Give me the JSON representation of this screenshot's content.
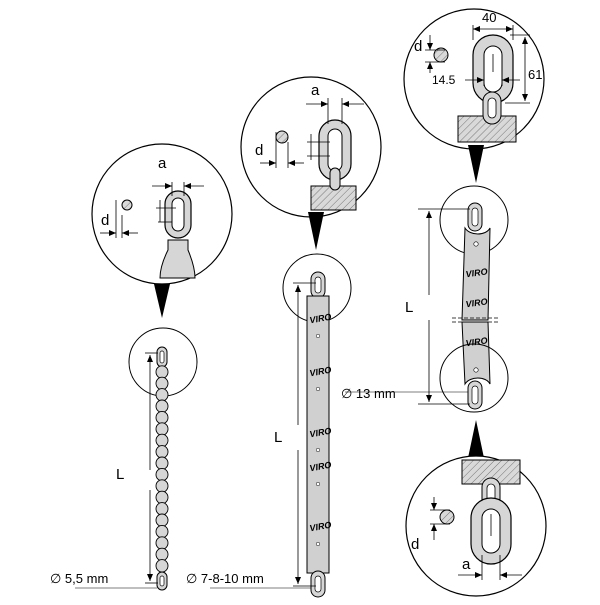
{
  "labels": {
    "a": "a",
    "d": "d",
    "L": "L",
    "brand": "VIRO",
    "chain1_dia": "∅ 5,5 mm",
    "chain2_dia": "∅ 7-8-10 mm",
    "chain3_dia": "∅ 13 mm",
    "dim_40": "40",
    "dim_61": "61",
    "dim_14_5": "14.5"
  },
  "colors": {
    "line": "#000000",
    "link_fill": "#d6d6d6",
    "sleeve_fill": "#cfcfcf",
    "circle_fill": "#ffffff"
  }
}
